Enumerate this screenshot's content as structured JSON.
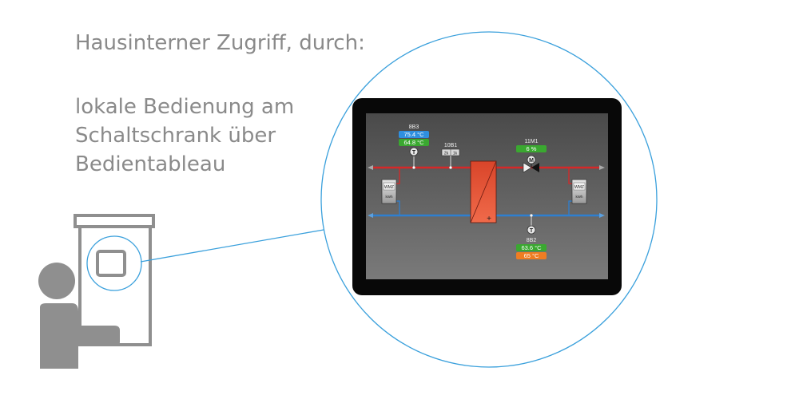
{
  "heading": "Hausinterner Zugriff, durch:",
  "description_lines": [
    "lokale Bedienung am",
    "Schaltschrank über",
    "Bedientableau"
  ],
  "hmi": {
    "sensor_8B3": {
      "label": "8B3",
      "value_1": "75.4 °C",
      "value_2": "64.8 °C"
    },
    "sensor_8B2": {
      "label": "8B2",
      "value_1": "63.6 °C",
      "value_2": "65 °C"
    },
    "device_10B1": {
      "label": "10B1",
      "value_left": "2k",
      "value_right": "1k"
    },
    "pump_11M1": {
      "label": "11M1",
      "value": "6 %"
    },
    "meter_left": {
      "top_label": "WMZ",
      "bottom_label": "kWh"
    },
    "meter_right": {
      "top_label": "WMZ",
      "bottom_label": "kWh"
    },
    "sensor_symbol": "T",
    "motor_symbol": "M",
    "exchanger_symbol": "+"
  },
  "colors": {
    "text_gray": "#8a8a8a",
    "circle_blue": "#3aa0dc",
    "pipe_red": "#d62828",
    "pipe_blue": "#2e7fd0",
    "badge_blue": "#2f8fe0",
    "badge_green": "#3aa830",
    "badge_orange": "#ef7d22"
  }
}
